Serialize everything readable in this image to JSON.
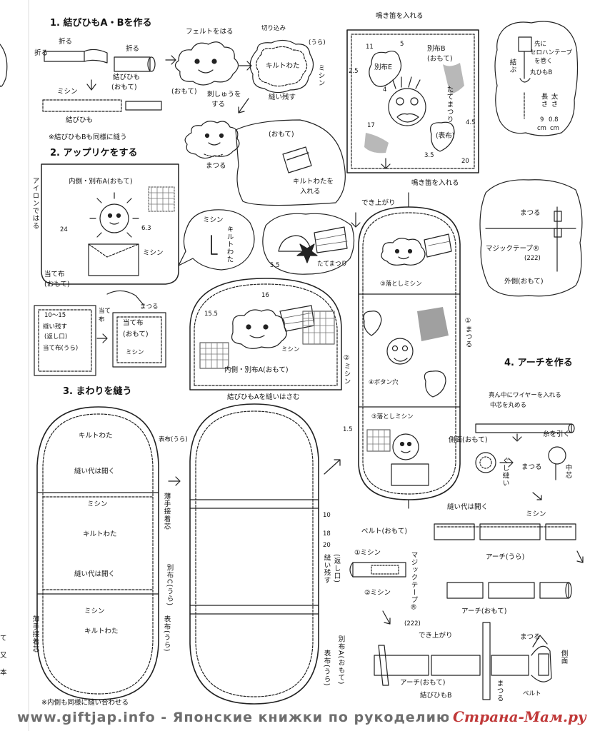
{
  "steps": {
    "s1": "1. 結びひもA・Bを作る",
    "s2": "2. アップリケをする",
    "s3": "3. まわりを縫う",
    "s4": "4. アーチを作る"
  },
  "labels": {
    "oru1": "折る",
    "oru2": "折る",
    "oru3": "折る",
    "tie_face": "結びひも",
    "tie_face2": "(おもて)",
    "mishin_s1": "ミシン",
    "tie_label": "結びひも",
    "note_s1": "※結びひもBも同様に縫う",
    "felt": "フェルトをはる",
    "cut": "切り込み",
    "ura": "(うら)",
    "omote1": "(おもて)",
    "quilt1": "キルトわた",
    "mishin_cloud": "ミシン",
    "shishu1": "刺しゅうを",
    "shishu2": "する",
    "nuinokosu": "縫い残す",
    "matsuru1": "まつる",
    "omote2": "(おもて)",
    "quilt_ireru1": "キルトわたを",
    "quilt_ireru2": "入れる",
    "naki_top": "鳴き笛を入れる",
    "bekkyo_b": "別布B",
    "omote_b": "(おもて)",
    "bekkyo_e": "別布E",
    "tatematsuri": "たてまつり",
    "omote_c": "(表布)",
    "naki_bottom": "鳴き笛を入れる",
    "n11": "11",
    "n5": "5",
    "n25": "2.5",
    "n4": "4",
    "n17": "17",
    "n45": "4.5",
    "n35": "3.5",
    "n20": "20",
    "cord_a": "先に",
    "cord_b": "セロハンテープ",
    "cord_c": "を巻く",
    "cord_d": "丸ひもB",
    "musubu": "結ぶ",
    "len_lbl": "長さ",
    "thick_lbl": "太さ",
    "n9": "9",
    "n08": "0.8",
    "cm1": "cm",
    "cm2": "cm",
    "dekiagari1": "でき上がり",
    "uchigawa_a": "内側・別布A(おもて)",
    "iron": "アイロンではる",
    "n24": "24",
    "n63": "6.3",
    "mishin_app": "ミシン",
    "atenuno": "当て布",
    "omote3": "(おもて)",
    "mishin_bubble": "ミシン",
    "quilt_bubble": "キルトわた",
    "n55": "5.5",
    "tatematsuri2": "たてまつり",
    "matsuru2": "まつる",
    "magic_tape": "マジックテープ®",
    "n222": "(222)",
    "sotogawa": "外側(おもて)",
    "p10_15": "10〜15",
    "nuinokosu2": "縫い残す",
    "kaeshi": "(返し口)",
    "ate_ura": "当て布(うら)",
    "ate_small": "当て",
    "fu_small": "布",
    "matsuru3": "まつる",
    "ate_omote1": "当て布",
    "ate_omote2": "(おもて)",
    "mishin_patch": "ミシン",
    "n16": "16",
    "n155": "15.5",
    "mishin_dome": "ミシン",
    "uchigawa_a2": "内側・別布A(おもて)",
    "tie_a_note": "結びひもAを縫いはさむ",
    "otoshi1": "③落としミシン",
    "matsuru4": "①まつる",
    "mishin2": "②ミシン",
    "button": "④ボタン穴",
    "otoshi2": "③落としミシン",
    "n15": "1.5",
    "quilt_l1": "キルトわた",
    "omote_ura": "表布(うら)",
    "nuishiro": "縫い代は開く",
    "mishin_l1": "ミシン",
    "quilt_l2": "キルトわた",
    "usu1": "薄手接着芯",
    "nuishiro2": "縫い代は開く",
    "bekkyo_c": "別布C(うら)",
    "mishin_l2": "ミシン",
    "quilt_l3": "キルトわた",
    "omote_ura2": "表布(うら)",
    "usu2": "薄手接着芯",
    "note_s3": "※内側も同様に縫い合わせる",
    "n10": "10",
    "n18": "18",
    "n20b": "20",
    "nuinokosu3": "縫い残す",
    "kaeshi2": "(返し口)",
    "bekkyo_a": "別布A(おもて)",
    "omote_ura3": "表布(うら)",
    "wire1": "真ん中にワイヤーを入れる",
    "wire2": "中芯を丸める",
    "sokumen": "側面(おもて)",
    "ito": "糸を引く",
    "gushi": "ぐし縫い",
    "matsuru5": "まつる",
    "chushin": "中芯",
    "nuishiro3": "縫い代は開く",
    "mishin_arch": "ミシン",
    "arch_ura": "アーチ(うら)",
    "arch_omote": "アーチ(おもて)",
    "belt": "ベルト(おもて)",
    "c_mishin1": "①ミシン",
    "c_mishin2": "②ミシン",
    "magic2": "マジックテープ®",
    "n222b": "(222)",
    "dekiagari2": "でき上がり",
    "matsuru6": "まつる",
    "arch_omote2": "アーチ(おもて)",
    "tie_b": "結びひもB",
    "matsuru7": "まつる",
    "belt2": "ベルト",
    "sokumen2": "側面",
    "page_edge1": "て",
    "page_edge2": "又",
    "page_edge3": "本"
  },
  "footer": {
    "watermark": "www.giftjap.info - Японские книжки по рукоделию",
    "brand": "Страна-Мам.ру"
  }
}
